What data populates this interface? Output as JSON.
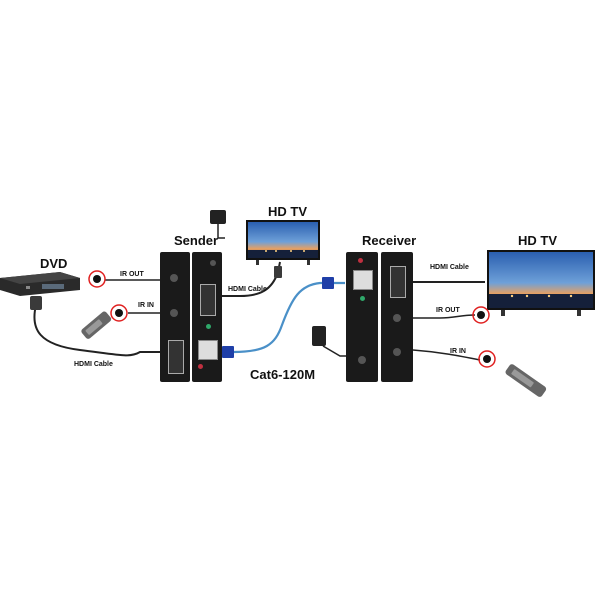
{
  "labels": {
    "dvd": "DVD",
    "sender": "Sender",
    "hd_tv_left": "HD TV",
    "receiver": "Receiver",
    "hd_tv_right": "HD TV",
    "ir_out_left": "IR OUT",
    "ir_in_left": "IR IN",
    "hdmi_cable_bottom_left": "HDMI Cable",
    "hdmi_cable_center": "HDMI Cable",
    "cat_cable": "Cat6-120M",
    "hdmi_cable_right": "HDMI Cable",
    "ir_out_right": "IR OUT",
    "ir_in_right": "IR IN"
  },
  "colors": {
    "device_body": "#1a1a1a",
    "cat_cable": "#4a90c8",
    "cable_black": "#222222",
    "ir_red": "#e02020",
    "rj45_blue": "#1f3fa8"
  }
}
